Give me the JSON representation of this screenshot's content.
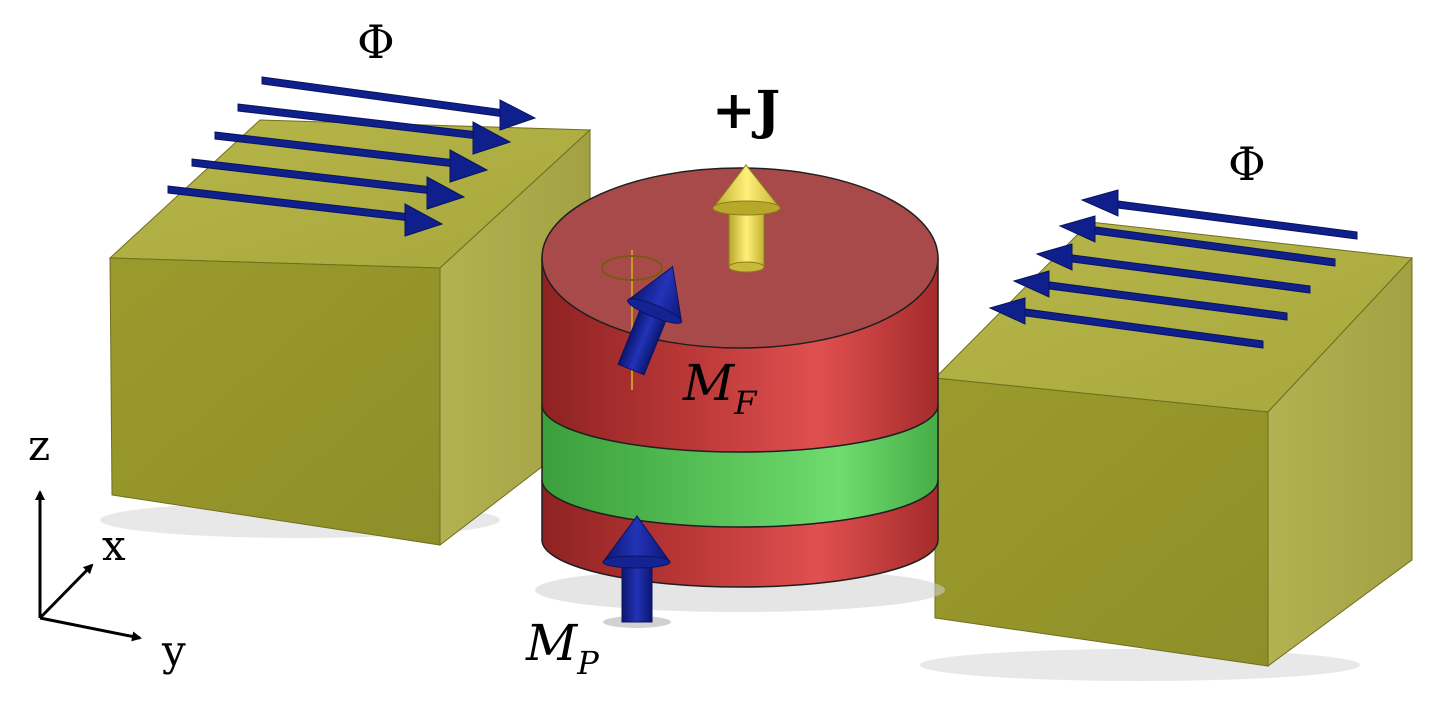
{
  "labels": {
    "flux_left": "Φ",
    "flux_right": "Φ",
    "current": "+J",
    "free_layer": "M",
    "free_layer_sub": "F",
    "pinned_layer": "M",
    "pinned_layer_sub": "P"
  },
  "axes": {
    "z": "z",
    "x": "x",
    "y": "y"
  },
  "colors": {
    "magnet": "#a7a73a",
    "pillar_red": "#c84444",
    "spacer_green": "#5fc85f",
    "flux_arrows": "#0f1f8c",
    "current_arrow": "#e8d84a"
  }
}
